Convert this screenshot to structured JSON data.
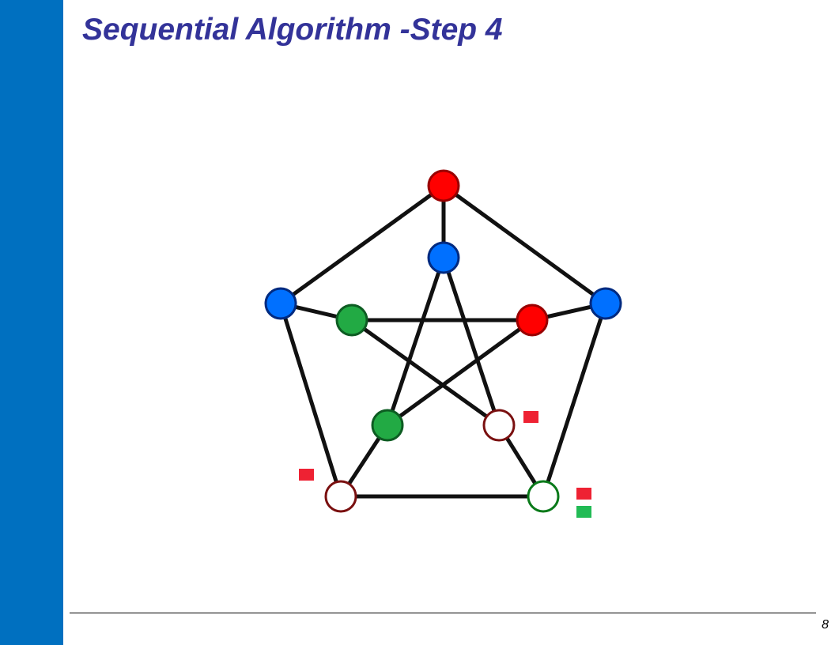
{
  "slide": {
    "title": "Sequential Algorithm -Step 4",
    "page_number": "8"
  },
  "colors": {
    "band": "#0070c0",
    "title": "#333399",
    "edge": "#111111",
    "red_fill": "#ff0000",
    "red_stroke": "#990000",
    "blue_fill": "#0070ff",
    "blue_stroke": "#002a80",
    "green_fill": "#22aa44",
    "green_stroke": "#0d5c22",
    "uncolored_fill": "#ffffff",
    "uncolored_stroke": "#7a1010",
    "uncolored_green_stroke": "#0a7a1a",
    "marker_red": "#ee2233",
    "marker_green": "#22bb55"
  },
  "graph": {
    "type": "petersen-graph",
    "vertices": [
      {
        "id": "outer-top",
        "state": "red"
      },
      {
        "id": "outer-left",
        "state": "blue"
      },
      {
        "id": "outer-right",
        "state": "blue"
      },
      {
        "id": "outer-bottom-left",
        "state": "uncolored"
      },
      {
        "id": "outer-bottom-right",
        "state": "uncolored-green-border"
      },
      {
        "id": "inner-top",
        "state": "blue"
      },
      {
        "id": "inner-left",
        "state": "green"
      },
      {
        "id": "inner-right",
        "state": "red"
      },
      {
        "id": "inner-bottom-left",
        "state": "green"
      },
      {
        "id": "inner-bottom-right",
        "state": "uncolored"
      }
    ],
    "edges": [
      [
        "outer-top",
        "outer-left"
      ],
      [
        "outer-top",
        "outer-right"
      ],
      [
        "outer-left",
        "outer-bottom-left"
      ],
      [
        "outer-right",
        "outer-bottom-right"
      ],
      [
        "outer-bottom-left",
        "outer-bottom-right"
      ],
      [
        "outer-top",
        "inner-top"
      ],
      [
        "outer-left",
        "inner-left"
      ],
      [
        "outer-right",
        "inner-right"
      ],
      [
        "outer-bottom-left",
        "inner-bottom-left"
      ],
      [
        "outer-bottom-right",
        "inner-bottom-right"
      ],
      [
        "inner-top",
        "inner-bottom-left"
      ],
      [
        "inner-top",
        "inner-bottom-right"
      ],
      [
        "inner-left",
        "inner-right"
      ],
      [
        "inner-left",
        "inner-bottom-right"
      ],
      [
        "inner-right",
        "inner-bottom-left"
      ]
    ],
    "forbidden_color_markers": [
      {
        "vertex": "inner-bottom-right",
        "colors": [
          "red"
        ]
      },
      {
        "vertex": "outer-bottom-left",
        "colors": [
          "red"
        ]
      },
      {
        "vertex": "outer-bottom-right",
        "colors": [
          "red",
          "green"
        ]
      }
    ]
  }
}
